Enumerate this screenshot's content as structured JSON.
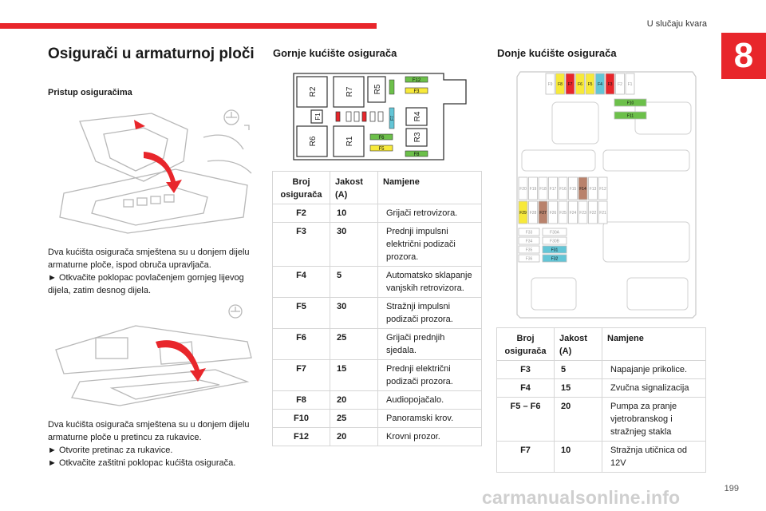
{
  "header": {
    "section": "U slučaju kvara",
    "chapter": "8",
    "page_number": "199"
  },
  "left": {
    "title": "Osigurači u armaturnoj ploči",
    "subtitle": "Pristup osiguračima",
    "para1": [
      "Dva kućišta osigurača smještena su u donjem dijelu armaturne ploče, ispod obruča upravljača.",
      "► Otkvačite poklopac povlačenjem gornjeg lijevog dijela, zatim desnog dijela."
    ],
    "para2": [
      "Dva kućišta osigurača smještena su u donjem dijelu armaturne ploče u pretincu za rukavice.",
      "► Otvorite pretinac za rukavice.",
      "► Otkvačite zaštitni poklopac kućišta osigurača."
    ]
  },
  "upper": {
    "title": "Gornje kućište osigurača",
    "diagram": {
      "relays": [
        "R2",
        "R7",
        "R5",
        "R6",
        "R1",
        "R3",
        "R4",
        "F1"
      ],
      "fuses": [
        "F12",
        "F3",
        "F7",
        "F6",
        "F5",
        "F8"
      ]
    },
    "table": {
      "headers": [
        "Broj osigurača",
        "Jakost (A)",
        "Namjene"
      ],
      "rows": [
        [
          "F2",
          "10",
          "Grijači retrovizora."
        ],
        [
          "F3",
          "30",
          "Prednji impulsni električni podizači prozora."
        ],
        [
          "F4",
          "5",
          "Automatsko sklapanje vanjskih retrovizora."
        ],
        [
          "F5",
          "30",
          "Stražnji impulsni podizači prozora."
        ],
        [
          "F6",
          "25",
          "Grijači prednjih sjedala."
        ],
        [
          "F7",
          "15",
          "Prednji električni podizači prozora."
        ],
        [
          "F8",
          "20",
          "Audiopojačalo."
        ],
        [
          "F10",
          "25",
          "Panoramski krov."
        ],
        [
          "F12",
          "20",
          "Krovni prozor."
        ]
      ]
    }
  },
  "lower": {
    "title": "Donje kućište osigurača",
    "diagram": {
      "top_row": [
        "F9",
        "F8",
        "F7",
        "F6",
        "F5",
        "F4",
        "F3",
        "F2",
        "F1"
      ],
      "mid": [
        "F10",
        "F11"
      ],
      "row_a": [
        "F20",
        "F19",
        "F18",
        "F17",
        "F16",
        "F15",
        "F14",
        "F13",
        "F12"
      ],
      "row_b": [
        "F29",
        "F28",
        "F27",
        "F26",
        "F25",
        "F24",
        "F23",
        "F22",
        "F21"
      ],
      "col_left": [
        "F33",
        "F34",
        "F35",
        "F36"
      ],
      "col_right": [
        "F30A",
        "F30B",
        "F31",
        "F32"
      ]
    },
    "table": {
      "headers": [
        "Broj osigurača",
        "Jakost (A)",
        "Namjene"
      ],
      "rows": [
        [
          "F3",
          "5",
          "Napajanje prikolice."
        ],
        [
          "F4",
          "15",
          "Zvučna signalizacija"
        ],
        [
          "F5 – F6",
          "20",
          "Pumpa za pranje vjetrobranskog i stražnjeg stakla"
        ],
        [
          "F7",
          "10",
          "Stražnja utičnica od 12V"
        ]
      ]
    }
  },
  "colors": {
    "red": "#e8262b",
    "fuse_yellow": "#f7e93a",
    "fuse_green": "#6cc04a",
    "fuse_red": "#e8262b",
    "fuse_blue": "#63c5d6",
    "fuse_brown": "#b9826c"
  },
  "watermark": "carmanualsonline.info"
}
